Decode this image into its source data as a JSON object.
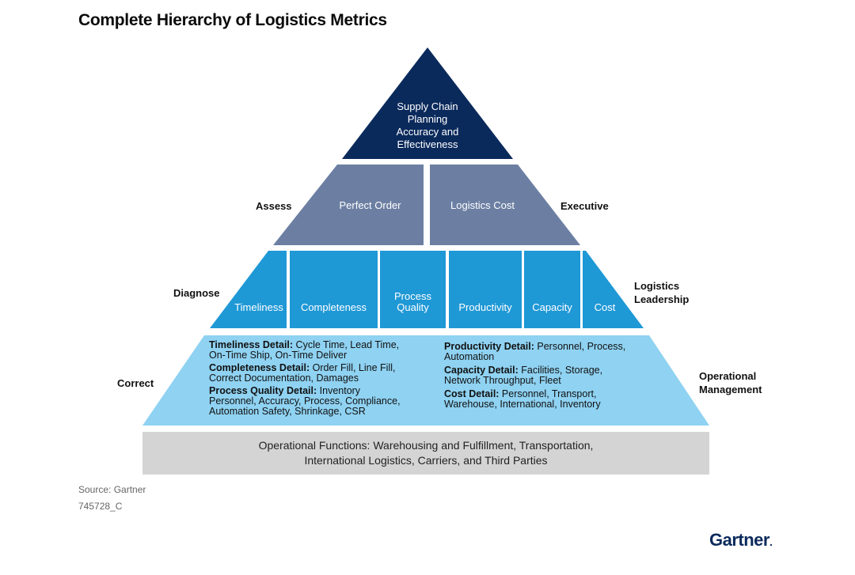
{
  "title": "Complete Hierarchy of Logistics Metrics",
  "colors": {
    "top": "#0b2a5c",
    "executive": "#6c7fa3",
    "leadership": "#1f98d6",
    "operational": "#8fd2f2",
    "functions": "#d4d4d4"
  },
  "top_tier": {
    "lines": [
      "Supply Chain",
      "Planning",
      "Accuracy and",
      "Effectiveness"
    ]
  },
  "executive_tier": {
    "left_label": "Assess",
    "right_label": "Executive",
    "cells": [
      "Perfect Order",
      "Logistics Cost"
    ]
  },
  "leadership_tier": {
    "left_label": "Diagnose",
    "right_label_lines": [
      "Logistics",
      "Leadership"
    ],
    "cells": [
      {
        "lines": [
          "Timeliness"
        ]
      },
      {
        "lines": [
          "Completeness"
        ]
      },
      {
        "lines": [
          "Process",
          "Quality"
        ]
      },
      {
        "lines": [
          "Productivity"
        ]
      },
      {
        "lines": [
          "Capacity"
        ]
      },
      {
        "lines": [
          "Cost"
        ]
      }
    ]
  },
  "operational_tier": {
    "left_label": "Correct",
    "right_label_lines": [
      "Operational",
      "Management"
    ],
    "left_details": [
      {
        "head": "Timeliness Detail:",
        "line1": " Cycle Time, Lead Time,",
        "line2": "On-Time Ship, On-Time Deliver"
      },
      {
        "head": "Completeness Detail:",
        "line1": " Order Fill, Line Fill,",
        "line2": "Correct Documentation, Damages"
      },
      {
        "head": "Process Quality Detail:",
        "line1": " Inventory",
        "line2": "Personnel, Accuracy, Process, Compliance,",
        "line3": "Automation Safety, Shrinkage, CSR"
      }
    ],
    "right_details": [
      {
        "head": "Productivity Detail:",
        "line1": " Personnel, Process,",
        "line2": "Automation"
      },
      {
        "head": "Capacity Detail:",
        "line1": " Facilities, Storage,",
        "line2": "Network Throughput, Fleet"
      },
      {
        "head": "Cost Detail:",
        "line1": " Personnel, Transport,",
        "line2": "Warehouse, International, Inventory"
      }
    ]
  },
  "functions": {
    "line1": "Operational Functions: Warehousing and Fulfillment, Transportation,",
    "line2": "International Logistics, Carriers, and Third Parties"
  },
  "source": "Source: Gartner",
  "figure_id": "745728_C",
  "logo": "Gartner"
}
